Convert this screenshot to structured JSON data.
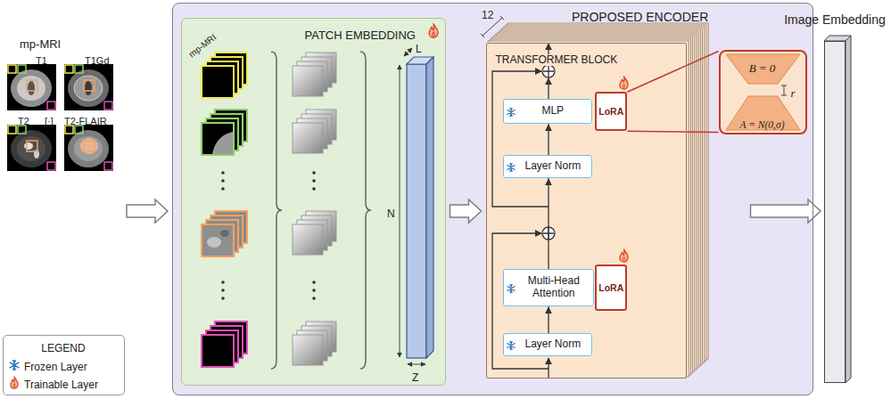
{
  "diagram": {
    "nodes": [
      {
        "text": [
          "PROPOSED ENCODER"
        ]
      },
      {
        "text": [
          "PATCH EMBEDDING"
        ],
        "in": 0
      },
      {
        "text": [
          "TRANSFORMER BLOCK"
        ],
        "in": 0
      },
      {
        "text": [
          "MLP"
        ],
        "in": 2
      },
      {
        "text": [
          "LoRA"
        ],
        "in": 2
      },
      {
        "text": [
          "Layer Norm"
        ],
        "in": 2
      },
      {
        "text": [
          "Multi-Head Attention"
        ],
        "in": 2
      },
      {
        "text": [
          "LoRA"
        ],
        "in": 2
      },
      {
        "text": [
          "Layer Norm"
        ],
        "in": 2
      },
      {
        "text": [
          "B = 0",
          "r",
          "A = N(0,σ)"
        ],
        "in": 0
      },
      {
        "text": [
          "Image Embedding"
        ]
      },
      {
        "text": [
          "LEGEND"
        ]
      }
    ],
    "edges": [
      {
        "from": 1,
        "to": 2,
        "arrow": "to"
      },
      {
        "from": 8,
        "to": 6,
        "arrow": "to"
      },
      {
        "from": 6,
        "to": 5,
        "arrow": "to"
      },
      {
        "from": 5,
        "to": 3,
        "arrow": "to"
      },
      {
        "from": 4,
        "to": 9,
        "arrow": "none"
      },
      {
        "from": 2,
        "to": 10,
        "arrow": "to"
      }
    ],
    "labels": [
      "mp-MRI",
      "T1",
      "T1Gd",
      "T2",
      "[·]",
      "T2-FLAIR",
      "mp-MRI",
      "12",
      "L",
      "N",
      "Z"
    ],
    "legend": [
      {
        "text": "Frozen Layer"
      },
      {
        "text": "Trainable Layer"
      }
    ]
  }
}
